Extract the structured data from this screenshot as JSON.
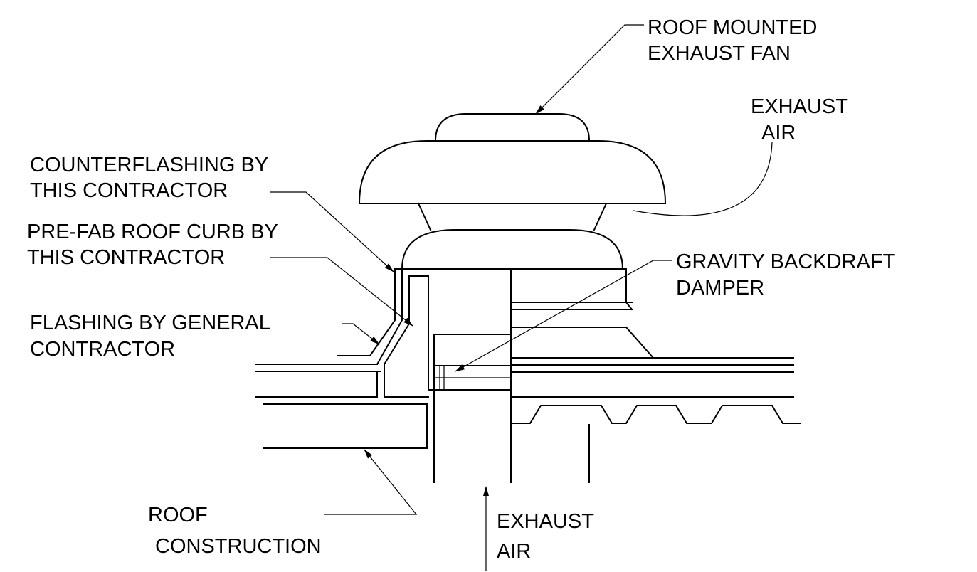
{
  "labels": {
    "fan": [
      "ROOF MOUNTED",
      "EXHAUST FAN"
    ],
    "exhaust_top": [
      "EXHAUST",
      "AIR"
    ],
    "counterflashing": [
      "COUNTERFLASHING BY",
      "THIS CONTRACTOR"
    ],
    "curb": [
      "PRE-FAB ROOF CURB BY",
      "THIS CONTRACTOR"
    ],
    "damper": [
      "GRAVITY BACKDRAFT",
      "DAMPER"
    ],
    "flashing": [
      "FLASHING BY GENERAL",
      "CONTRACTOR"
    ],
    "roof": [
      "ROOF",
      "CONSTRUCTION"
    ],
    "exhaust_bottom": [
      "EXHAUST",
      "AIR"
    ]
  }
}
